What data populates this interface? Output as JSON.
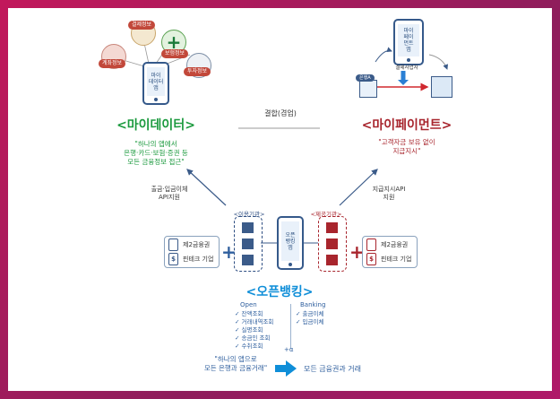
{
  "mydata": {
    "phone_label": "마이\n데이터\n앱",
    "categories": [
      "계좌정보",
      "결제정보",
      "보험정보",
      "투자정보"
    ],
    "title": "<마이데이터>",
    "quote": "\"하나의 앱에서\n은행·카드·보험·증권 등\n모든 금융정보 접근\"",
    "api_note": "출금·입금이체\nAPI지원"
  },
  "mypayment": {
    "phone_label": "마이\n페이\n먼트\n앱",
    "operator_label": "결제사업자",
    "bank_label": "은행A",
    "title": "<마이페이먼트>",
    "quote": "\"고객자금 보유 없이\n지급지시\"",
    "api_note": "지급지시API\n지원"
  },
  "combined": {
    "label": "결합(겸업)"
  },
  "openbanking": {
    "phone_label": "오픈\n뱅킹\n앱",
    "user_org_label": "<이용기관>",
    "provider_org_label": "<제공기관>",
    "title": "<오픈뱅킹>",
    "left_members": [
      "제2금융권",
      "핀테크 기업"
    ],
    "right_members": [
      "제2금융권",
      "핀테크 기업"
    ],
    "open_heading": "Open",
    "open_items": [
      "✓ 잔액조회",
      "✓ 거래내역조회",
      "✓ 실명조회",
      "✓ 송금인 조회",
      "✓ 수취조회"
    ],
    "banking_heading": "Banking",
    "banking_items": [
      "✓ 출금이체",
      "✓ 입금이체"
    ],
    "plus_alpha": "+α",
    "quote": "\"하나의 앱으로\n모든 은행과 금융거래\"",
    "result": "모든 금융권과 거래"
  },
  "colors": {
    "green": "#1b9a3e",
    "red": "#a8252d",
    "blue": "#2f5f9e",
    "cyan": "#0f8ed8",
    "frame": "#b01868"
  }
}
